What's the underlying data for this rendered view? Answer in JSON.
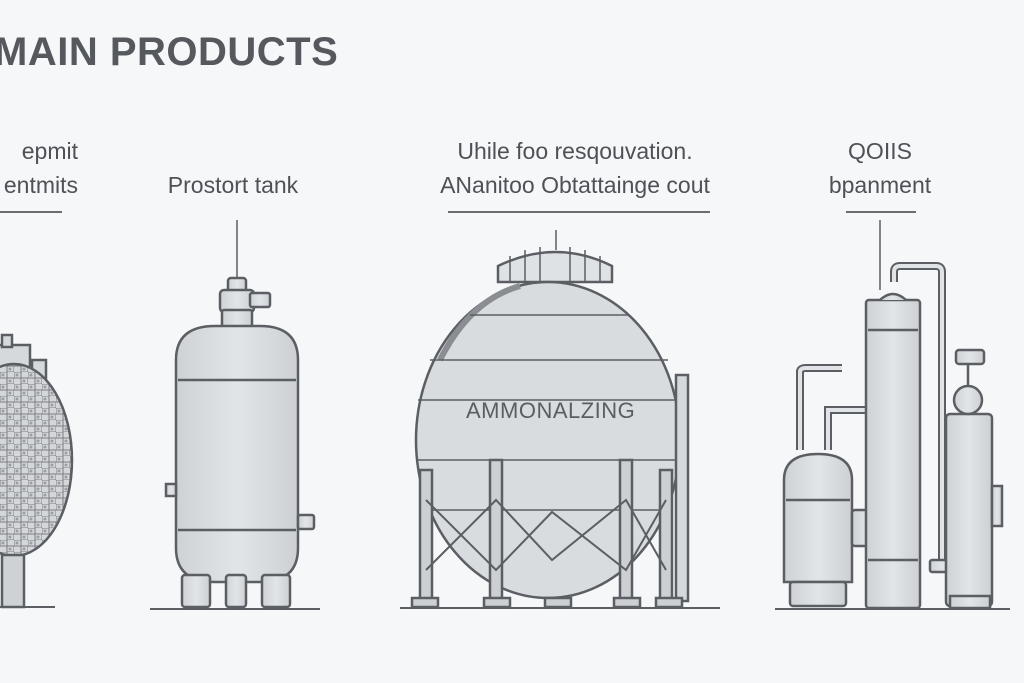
{
  "title": "MAIN PRODUCTS",
  "products": [
    {
      "label_lines": [
        "epmit",
        "entmits"
      ]
    },
    {
      "label_lines": [
        "Prostort tank"
      ]
    },
    {
      "label_lines": [
        "Uhile foo resqouvation.",
        "ANanitoo Obtattainge cout"
      ],
      "embossed_text": "AMMONALZING"
    },
    {
      "label_lines": [
        "QOIIS",
        "bpanment"
      ]
    }
  ],
  "colors": {
    "background": "#f5f7f9",
    "line": "#5b5e63",
    "fill": "#d6d9dc",
    "fill_light": "#e3e6e8"
  },
  "icons": [
    "heat-exchanger-icon",
    "pressure-tank-icon",
    "spherical-storage-tank-icon",
    "distillation-column-icon"
  ]
}
